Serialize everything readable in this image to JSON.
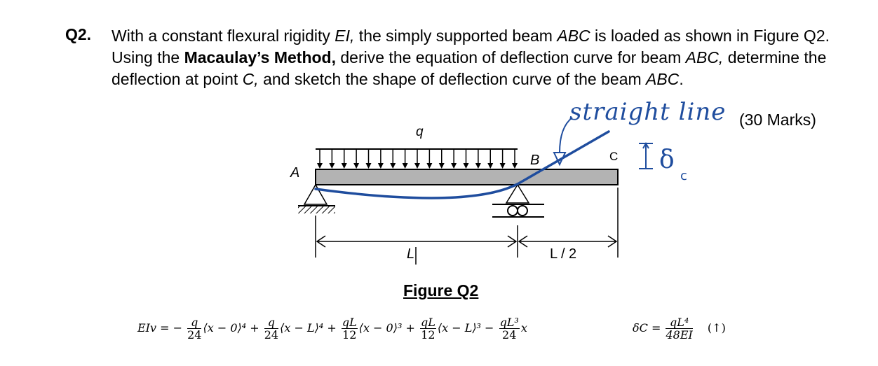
{
  "question": {
    "number": "Q2.",
    "text": {
      "part1": "With a constant flexural rigidity ",
      "ei": "EI,",
      "part2": " the simply supported beam ",
      "abc1": "ABC",
      "part3": " is loaded as shown in Figure Q2. Using the ",
      "method": "Macaulay’s Method,",
      "part4": " derive the equation of deflection curve for beam ",
      "abc2": "ABC,",
      "part5": " determine the deflection at point ",
      "c": "C,",
      "part6": " and sketch the shape of deflection curve of the beam ",
      "abc3": "ABC",
      "part7": "."
    },
    "marks": "(30 Marks)"
  },
  "annotation": {
    "handwritten": "straight line",
    "delta": "δ",
    "delta_sub": "c"
  },
  "figure": {
    "load_label": "q",
    "point_a": "A",
    "point_b": "B",
    "point_c": "C",
    "dim_l": "L",
    "dim_l2": "L / 2",
    "caption": "Figure Q2",
    "colors": {
      "sketch": "#1f4d9e",
      "beam": "#b3b3b3"
    }
  },
  "equation": {
    "lhs": "EIv = −",
    "t1_num": "q",
    "t1_den": "24",
    "t1_body": "⟨x − 0⟩⁴ +",
    "t2_num": "q",
    "t2_den": "24",
    "t2_body": "⟨x − L⟩⁴ +",
    "t3_num": "qL",
    "t3_den": "12",
    "t3_body": "⟨x − 0⟩³ +",
    "t4_num": "qL",
    "t4_den": "12",
    "t4_body": "⟨x − L⟩³ −",
    "t5_num": "qL³",
    "t5_den": "24",
    "t5_body": "x"
  },
  "result": {
    "lhs": "δC =",
    "num": "qL⁴",
    "den": "48EI",
    "direction": "(↑)"
  }
}
